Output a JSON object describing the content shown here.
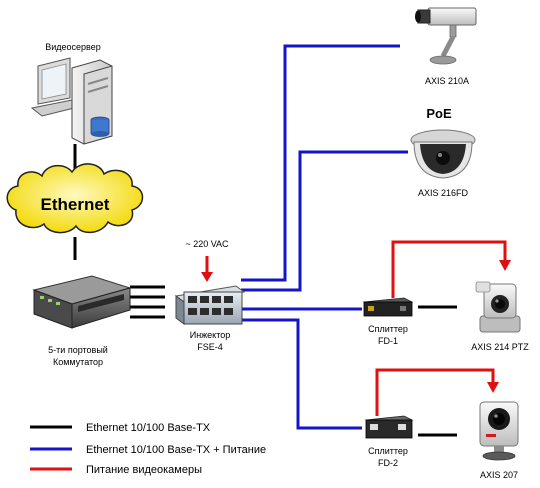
{
  "colors": {
    "ethernet": "#000000",
    "poe": "#1515c8",
    "power": "#e01010"
  },
  "nodes": {
    "server": {
      "label": "Видеосервер",
      "icon": "server-icon"
    },
    "cloud": {
      "label": "Ethernet",
      "icon": "cloud-icon"
    },
    "switch": {
      "label_line1": "5-ти портовый",
      "label_line2": "Коммутатор",
      "icon": "switch-icon"
    },
    "injector": {
      "label_line1": "Инжектор",
      "label_line2": "FSE-4",
      "icon": "injector-icon"
    },
    "power_input": {
      "label": "~ 220 VAC"
    },
    "splitter1": {
      "label_line1": "Сплиттер",
      "label_line2": "FD-1",
      "icon": "splitter-icon"
    },
    "splitter2": {
      "label_line1": "Сплиттер",
      "label_line2": "FD-2",
      "icon": "splitter-icon"
    },
    "camera1": {
      "label": "AXIS 210A",
      "icon": "box-camera-icon"
    },
    "camera2": {
      "label": "AXIS 216FD",
      "badge": "PoE",
      "icon": "dome-camera-icon"
    },
    "camera3": {
      "label": "AXIS 214 PTZ",
      "icon": "ptz-camera-icon"
    },
    "camera4": {
      "label": "AXIS 207",
      "icon": "compact-camera-icon"
    }
  },
  "legend": [
    {
      "key": "ethernet",
      "label": "Ethernet 10/100 Base-TX"
    },
    {
      "key": "poe",
      "label": "Ethernet 10/100 Base-TX + Питание"
    },
    {
      "key": "power",
      "label": "Питание видеокамеры"
    }
  ]
}
